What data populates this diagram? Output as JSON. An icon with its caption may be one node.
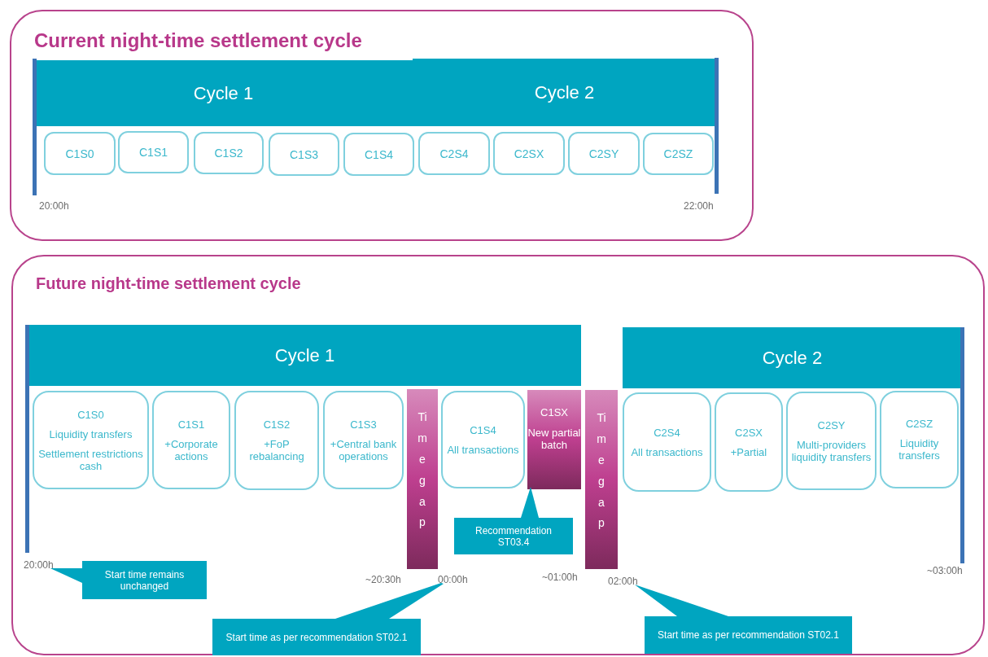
{
  "diagram": {
    "nodes": [
      {
        "text": [
          "Current night-time settlement cycle"
        ]
      },
      {
        "text": [
          "Cycle 1"
        ],
        "in": 0
      },
      {
        "text": [
          "Cycle 2"
        ],
        "in": 0
      },
      {
        "text": [
          "C1S0"
        ],
        "in": 0
      },
      {
        "text": [
          "C1S1"
        ],
        "in": 0
      },
      {
        "text": [
          "C1S2"
        ],
        "in": 0
      },
      {
        "text": [
          "C1S3"
        ],
        "in": 0
      },
      {
        "text": [
          "C1S4"
        ],
        "in": 0
      },
      {
        "text": [
          "C2S4"
        ],
        "in": 0
      },
      {
        "text": [
          "C2SX"
        ],
        "in": 0
      },
      {
        "text": [
          "C2SY"
        ],
        "in": 0
      },
      {
        "text": [
          "C2SZ"
        ],
        "in": 0
      },
      {
        "text": [
          "Future night-time settlement cycle"
        ]
      },
      {
        "text": [
          "Cycle 1"
        ],
        "in": 12
      },
      {
        "text": [
          "Cycle 2"
        ],
        "in": 12
      },
      {
        "text": [
          "C1S0",
          "Liquidity transfers",
          "Settlement restrictions cash"
        ],
        "in": 12
      },
      {
        "text": [
          "C1S1",
          "+Corporate actions"
        ],
        "in": 12
      },
      {
        "text": [
          "C1S2",
          "+FoP rebalancing"
        ],
        "in": 12
      },
      {
        "text": [
          "C1S3",
          "+Central bank operations"
        ],
        "in": 12
      },
      {
        "text": [
          "Time gap"
        ],
        "in": 12
      },
      {
        "text": [
          "C1S4",
          "All transactions"
        ],
        "in": 12
      },
      {
        "text": [
          "C1SX",
          "New partial batch"
        ],
        "in": 12
      },
      {
        "text": [
          "Time gap"
        ],
        "in": 12
      },
      {
        "text": [
          "C2S4",
          "All transactions"
        ],
        "in": 12
      },
      {
        "text": [
          "C2SX",
          "+Partial"
        ],
        "in": 12
      },
      {
        "text": [
          "C2SY",
          "Multi-providers liquidity transfers"
        ],
        "in": 12
      },
      {
        "text": [
          "C2SZ",
          "Liquidity transfers"
        ],
        "in": 12
      },
      {
        "text": [
          "Start time remains unchanged"
        ],
        "in": 12
      },
      {
        "text": [
          "Start time as per recommendation ST02.1"
        ],
        "in": 12
      },
      {
        "text": [
          "Recommendation ST03.4"
        ],
        "in": 12
      },
      {
        "text": [
          "Start time as per recommendation ST02.1"
        ],
        "in": 12
      },
      {
        "text": [
          "20:00h"
        ],
        "in": 12
      },
      {
        "text": [
          "00:00h"
        ],
        "in": 12
      },
      {
        "text": [
          "02:00h"
        ],
        "in": 12
      }
    ],
    "edges": [
      {
        "from": 27,
        "to": 31,
        "arrow": "none"
      },
      {
        "from": 28,
        "to": 32,
        "arrow": "none"
      },
      {
        "from": 29,
        "to": 21,
        "arrow": "to"
      },
      {
        "from": 30,
        "to": 33,
        "arrow": "none"
      }
    ],
    "labels": [
      "20:00h",
      "22:00h",
      "~20:30h",
      "~01:00h",
      "~03:00h"
    ]
  }
}
